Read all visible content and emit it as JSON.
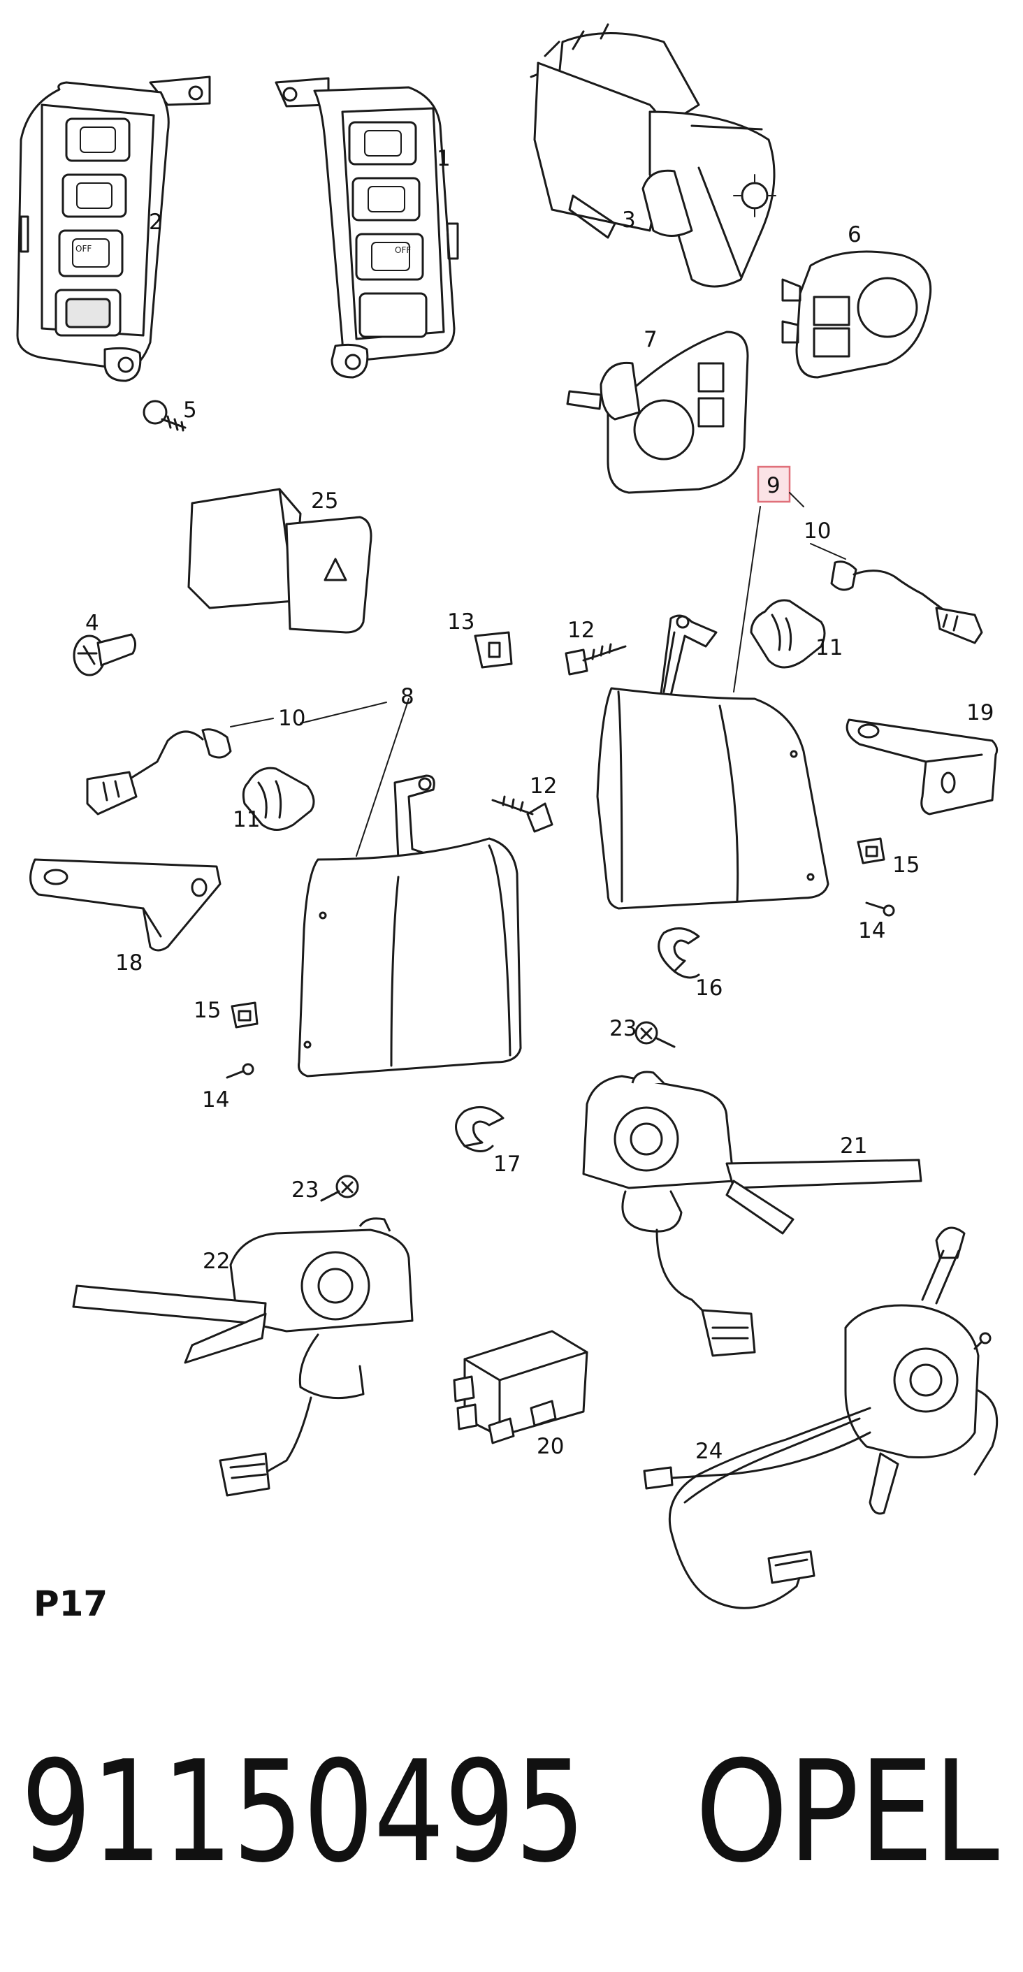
{
  "diagram": {
    "plate_label": "P17",
    "highlighted_callout": "9",
    "callouts": {
      "c1": "1",
      "c2": "2",
      "c3": "3",
      "c4": "4",
      "c5": "5",
      "c6": "6",
      "c7": "7",
      "c8": "8",
      "c9": "9",
      "c10a": "10",
      "c10b": "10",
      "c11a": "11",
      "c11b": "11",
      "c12a": "12",
      "c12b": "12",
      "c13": "13",
      "c14a": "14",
      "c14b": "14",
      "c15a": "15",
      "c15b": "15",
      "c16": "16",
      "c17": "17",
      "c18": "18",
      "c19": "19",
      "c20": "20",
      "c21": "21",
      "c22": "22",
      "c23a": "23",
      "c23b": "23",
      "c24": "24",
      "c25": "25"
    },
    "switch_symbols": {
      "off_top": "OFF",
      "off_mid": "OFF"
    }
  },
  "footer": {
    "part_number": "91150495",
    "brand": "OPEL"
  },
  "colors": {
    "line": "#1a1a1a",
    "highlight_fill": "#fbe3e6",
    "highlight_border": "#e0707a"
  }
}
